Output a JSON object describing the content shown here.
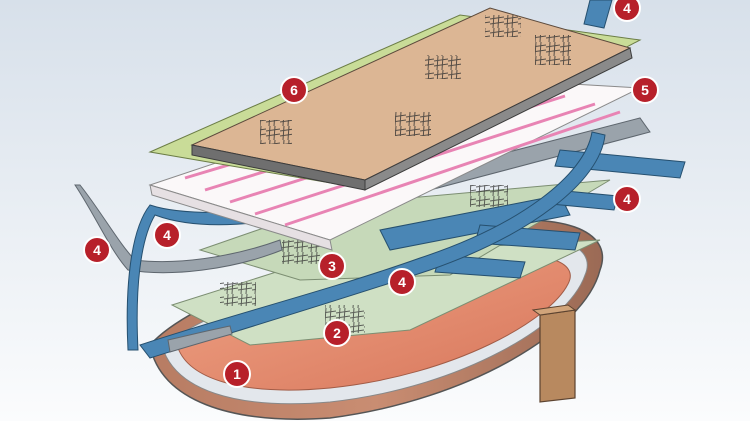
{
  "callouts": [
    {
      "id": "c1",
      "label": "1"
    },
    {
      "id": "c2",
      "label": "2"
    },
    {
      "id": "c3",
      "label": "3"
    },
    {
      "id": "c4a",
      "label": "4"
    },
    {
      "id": "c4b",
      "label": "4"
    },
    {
      "id": "c4c",
      "label": "4"
    },
    {
      "id": "c4d",
      "label": "4"
    },
    {
      "id": "c4e",
      "label": "4"
    },
    {
      "id": "c5",
      "label": "5"
    },
    {
      "id": "c6",
      "label": "6"
    }
  ],
  "colors": {
    "background_top": "#d9e2ec",
    "background_bottom": "#ffffff",
    "hull_outer": "#c9896a",
    "hull_inner": "#e98f72",
    "hull_rim": "#d8dde4",
    "keel": "#b88a61",
    "mat_green": "#c9dcbc",
    "tape_blue": "#4a86b5",
    "tape_gray": "#9aa3ab",
    "pink_stripe": "#e884b4",
    "top_panel": "#ddb896",
    "top_edge": "#c8dc98",
    "callout_fill": "#b7202a"
  }
}
